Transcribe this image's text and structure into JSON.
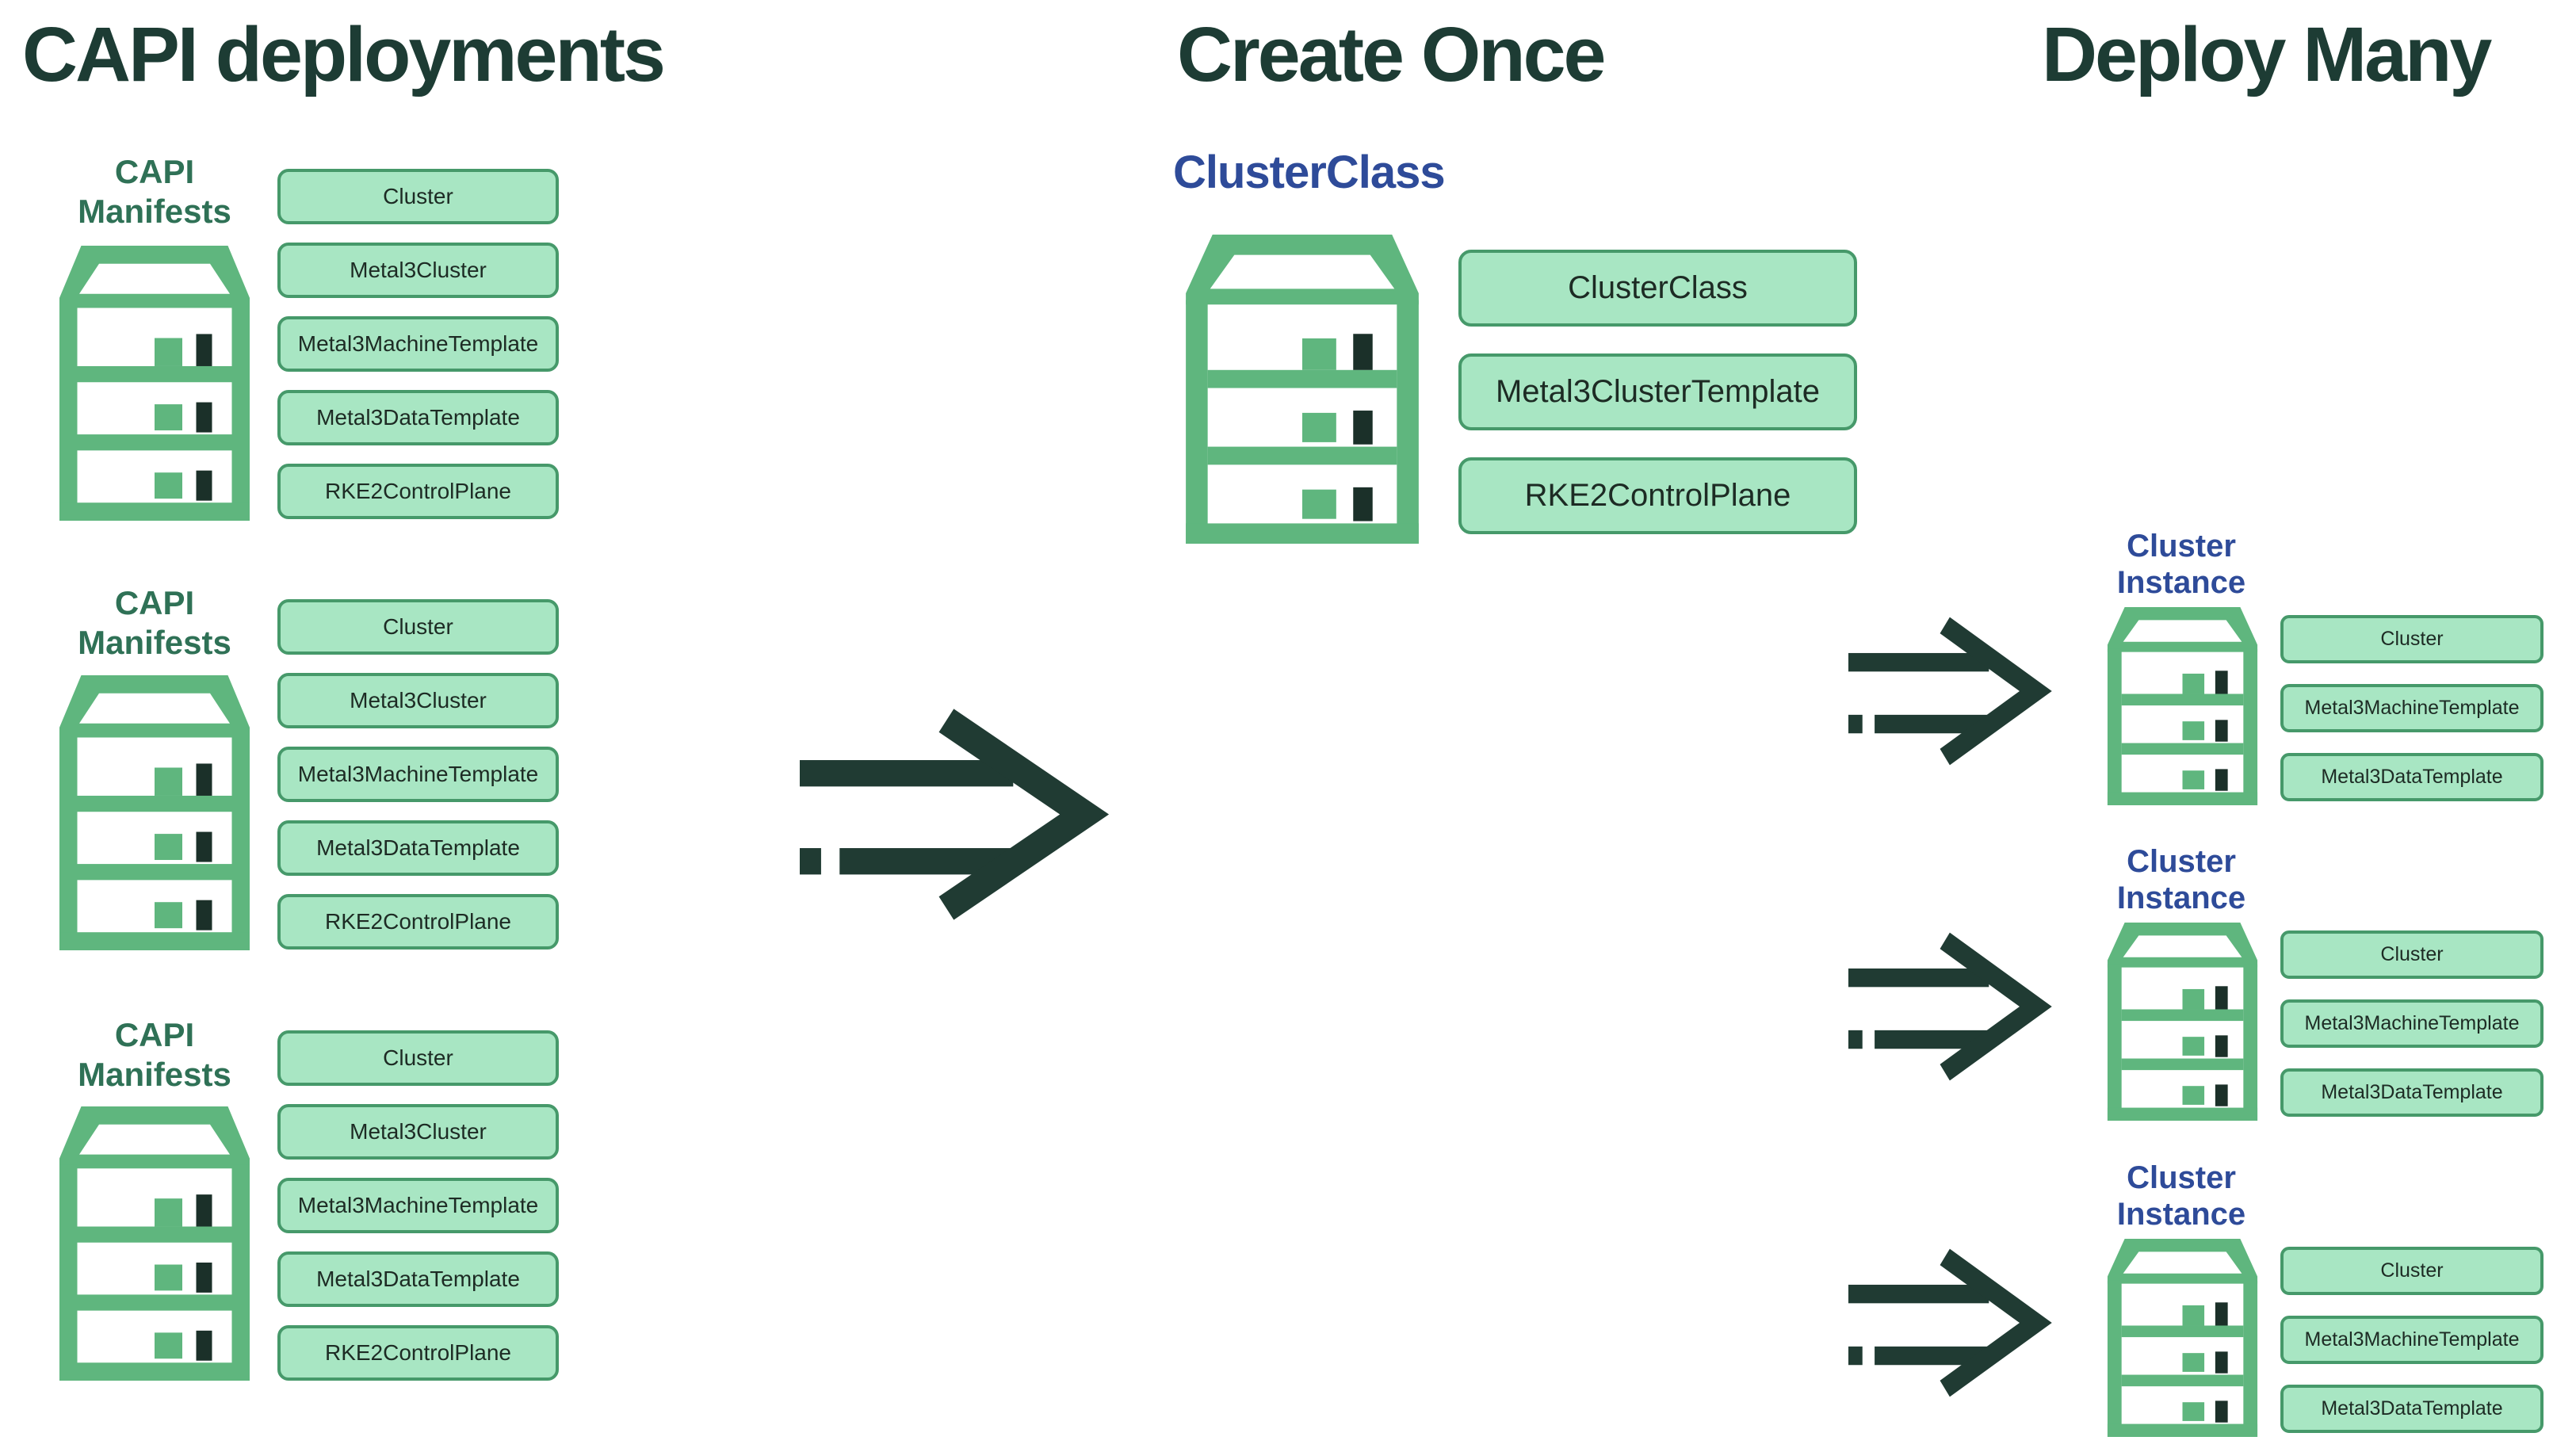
{
  "colors": {
    "ink": "#1d3c34",
    "green-label": "#2f7156",
    "blue": "#2e4b99",
    "box-fill": "#a8e6c3",
    "box-border": "#46996a",
    "box-text": "#1d2b24",
    "server": "#5fb67e",
    "chip": "#1b3029",
    "arrow": "#203b33",
    "bg": "#ffffff"
  },
  "icons": {
    "server": "server-rack-icon",
    "arrow": "flow-arrow-icon"
  },
  "left": {
    "title": "CAPI deployments",
    "groups": [
      {
        "label": "CAPI Manifests",
        "boxes": [
          "Cluster",
          "Metal3Cluster",
          "Metal3MachineTemplate",
          "Metal3DataTemplate",
          "RKE2ControlPlane"
        ]
      },
      {
        "label": "CAPI Manifests",
        "boxes": [
          "Cluster",
          "Metal3Cluster",
          "Metal3MachineTemplate",
          "Metal3DataTemplate",
          "RKE2ControlPlane"
        ]
      },
      {
        "label": "CAPI Manifests",
        "boxes": [
          "Cluster",
          "Metal3Cluster",
          "Metal3MachineTemplate",
          "Metal3DataTemplate",
          "RKE2ControlPlane"
        ]
      }
    ]
  },
  "center": {
    "title": "Create Once",
    "heading": "ClusterClass",
    "boxes": [
      "ClusterClass",
      "Metal3ClusterTemplate",
      "RKE2ControlPlane"
    ]
  },
  "right": {
    "title": "Deploy Many",
    "instances": [
      {
        "label": "Cluster Instance",
        "boxes": [
          "Cluster",
          "Metal3MachineTemplate",
          "Metal3DataTemplate"
        ]
      },
      {
        "label": "Cluster Instance",
        "boxes": [
          "Cluster",
          "Metal3MachineTemplate",
          "Metal3DataTemplate"
        ]
      },
      {
        "label": "Cluster Instance",
        "boxes": [
          "Cluster",
          "Metal3MachineTemplate",
          "Metal3DataTemplate"
        ]
      }
    ]
  }
}
